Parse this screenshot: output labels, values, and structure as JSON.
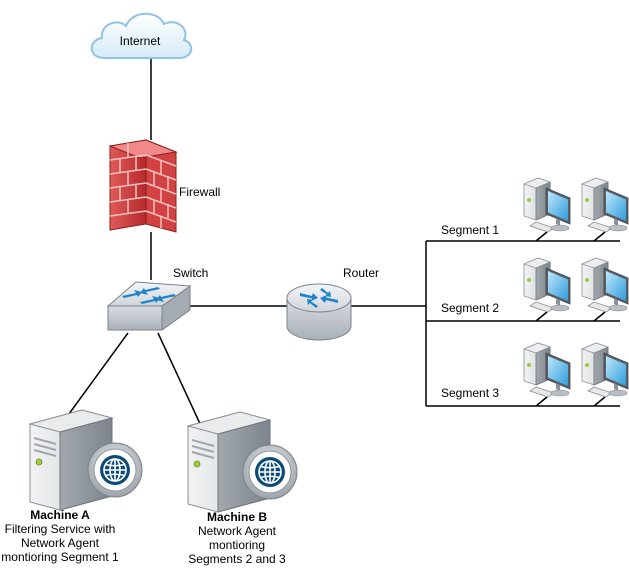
{
  "nodes": {
    "internet": {
      "label": "Internet"
    },
    "firewall": {
      "label": "Firewall"
    },
    "switch": {
      "label": "Switch"
    },
    "router": {
      "label": "Router"
    }
  },
  "segments": [
    {
      "label": "Segment 1"
    },
    {
      "label": "Segment 2"
    },
    {
      "label": "Segment 3"
    }
  ],
  "machines": [
    {
      "title": "Machine A",
      "lines": [
        "Filtering Service with",
        "Network Agent",
        "montioring Segment 1"
      ]
    },
    {
      "title": "Machine B",
      "lines": [
        "Network Agent",
        "montioring",
        "Segments 2 and 3"
      ]
    }
  ]
}
